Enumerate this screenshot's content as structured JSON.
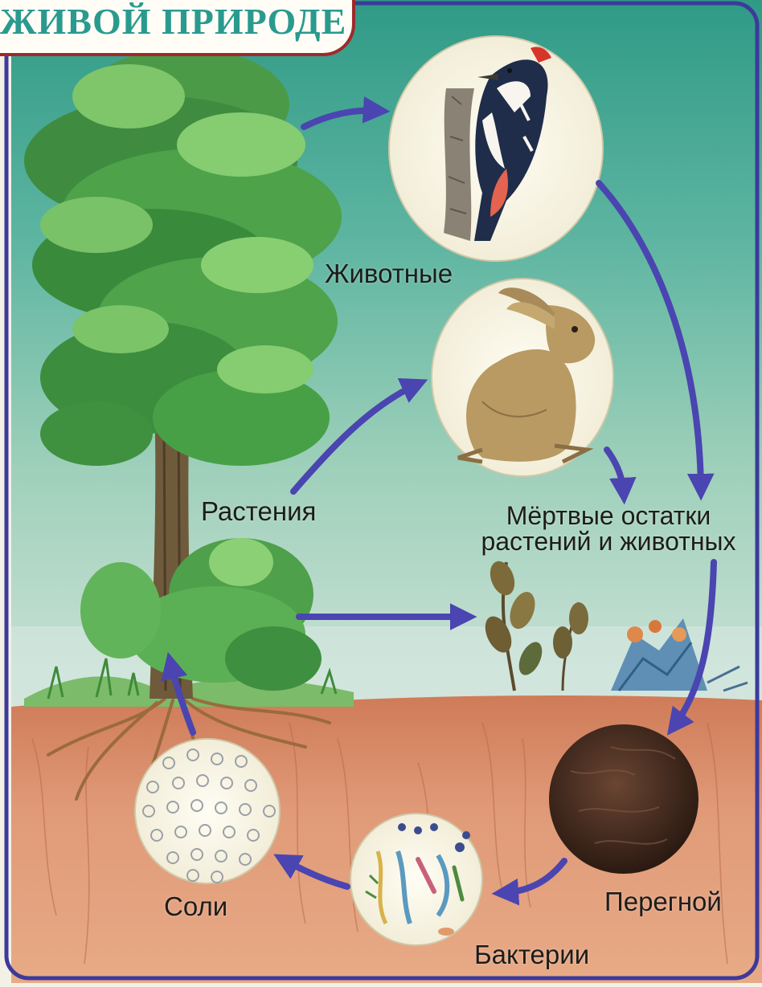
{
  "title": "ЖИВОЙ ПРИРОДЕ",
  "labels": {
    "animals": "Животные",
    "plants": "Растения",
    "dead_remains_line1": "Мёртвые остатки",
    "dead_remains_line2": "растений и животных",
    "humus": "Перегной",
    "bacteria": "Бактерии",
    "salts": "Соли"
  },
  "colors": {
    "arrow": "#4a45b0",
    "frame": "#3c3a9a",
    "title_text": "#2a9a8f",
    "title_border": "#9e2a2b",
    "sky_top": "#2f9a86",
    "sky_bottom": "#cfe3d9",
    "soil": "#d98b66",
    "humus": "#4a2f22"
  },
  "icons": [
    "deciduous-tree",
    "woodpecker",
    "hare",
    "shrub",
    "dead-plants",
    "salt-crystals",
    "bacteria",
    "humus-soil"
  ]
}
